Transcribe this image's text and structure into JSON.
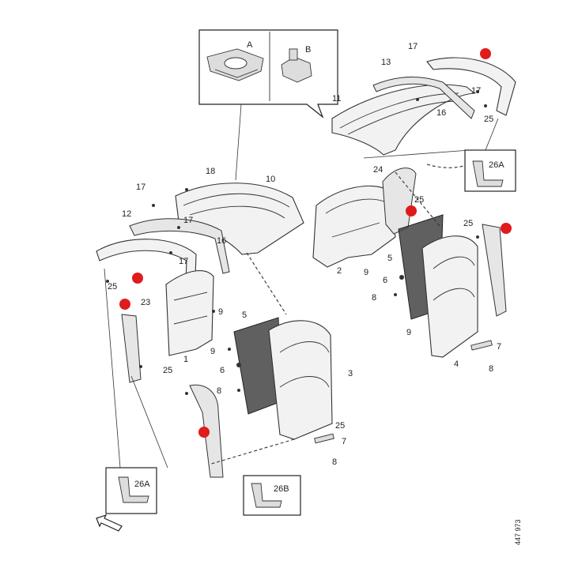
{
  "diagram": {
    "doc_number": "447 973",
    "callouts": [
      {
        "label": "A"
      },
      {
        "label": "B"
      },
      {
        "label": "17"
      },
      {
        "label": "13"
      },
      {
        "label": "17"
      },
      {
        "label": "11"
      },
      {
        "label": "16"
      },
      {
        "label": "25"
      },
      {
        "label": "26A"
      },
      {
        "label": "18"
      },
      {
        "label": "10"
      },
      {
        "label": "17"
      },
      {
        "label": "12"
      },
      {
        "label": "17"
      },
      {
        "label": "16"
      },
      {
        "label": "17"
      },
      {
        "label": "25"
      },
      {
        "label": "24"
      },
      {
        "label": "25"
      },
      {
        "label": "25"
      },
      {
        "label": "2"
      },
      {
        "label": "9"
      },
      {
        "label": "5"
      },
      {
        "label": "6"
      },
      {
        "label": "8"
      },
      {
        "label": "9"
      },
      {
        "label": "4"
      },
      {
        "label": "7"
      },
      {
        "label": "8"
      },
      {
        "label": "23"
      },
      {
        "label": "9"
      },
      {
        "label": "1"
      },
      {
        "label": "25"
      },
      {
        "label": "5"
      },
      {
        "label": "9"
      },
      {
        "label": "6"
      },
      {
        "label": "8"
      },
      {
        "label": "3"
      },
      {
        "label": "25"
      },
      {
        "label": "7"
      },
      {
        "label": "8"
      },
      {
        "label": "26A"
      },
      {
        "label": "26B"
      }
    ],
    "accent_color": "#e01b1b",
    "line_color": "#333333"
  }
}
